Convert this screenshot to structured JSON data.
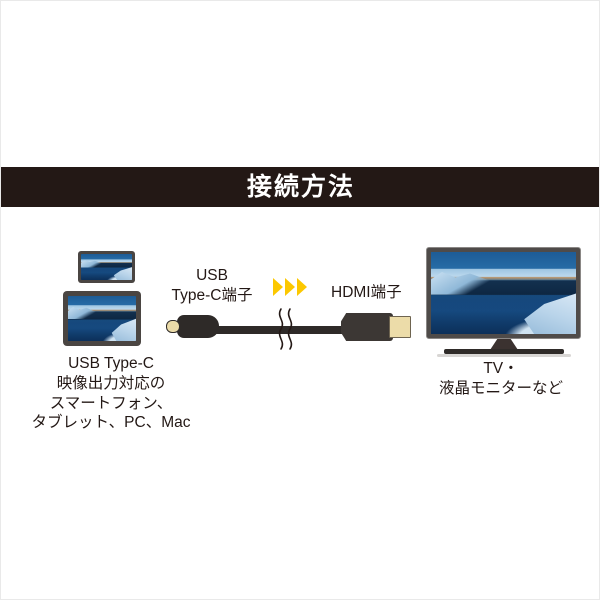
{
  "banner": {
    "title": "接続方法"
  },
  "colors": {
    "banner_bg": "#231815",
    "banner_text": "#ffffff",
    "arrow": "#fcc800",
    "text": "#231815",
    "connector_gold": "#ebdba8",
    "cable_black": "#2e2a28",
    "page_bg": "#ffffff"
  },
  "source_side": {
    "caption_lines": [
      "USB Type-C",
      "映像出力対応の",
      "スマートフォン、",
      "タブレット、PC、Mac"
    ],
    "devices": [
      {
        "name": "smartphone",
        "orientation": "landscape"
      },
      {
        "name": "tablet",
        "orientation": "landscape"
      }
    ]
  },
  "cable": {
    "usbc_label_lines": [
      "USB",
      "Type-C端子"
    ],
    "hdmi_label": "HDMI端子",
    "arrow_count": 3,
    "arrow_glyph": "chevron-right",
    "break_mark": "cable-shortened-squiggle"
  },
  "display_side": {
    "caption_lines": [
      "TV・",
      "液晶モニターなど"
    ],
    "device": "television"
  }
}
